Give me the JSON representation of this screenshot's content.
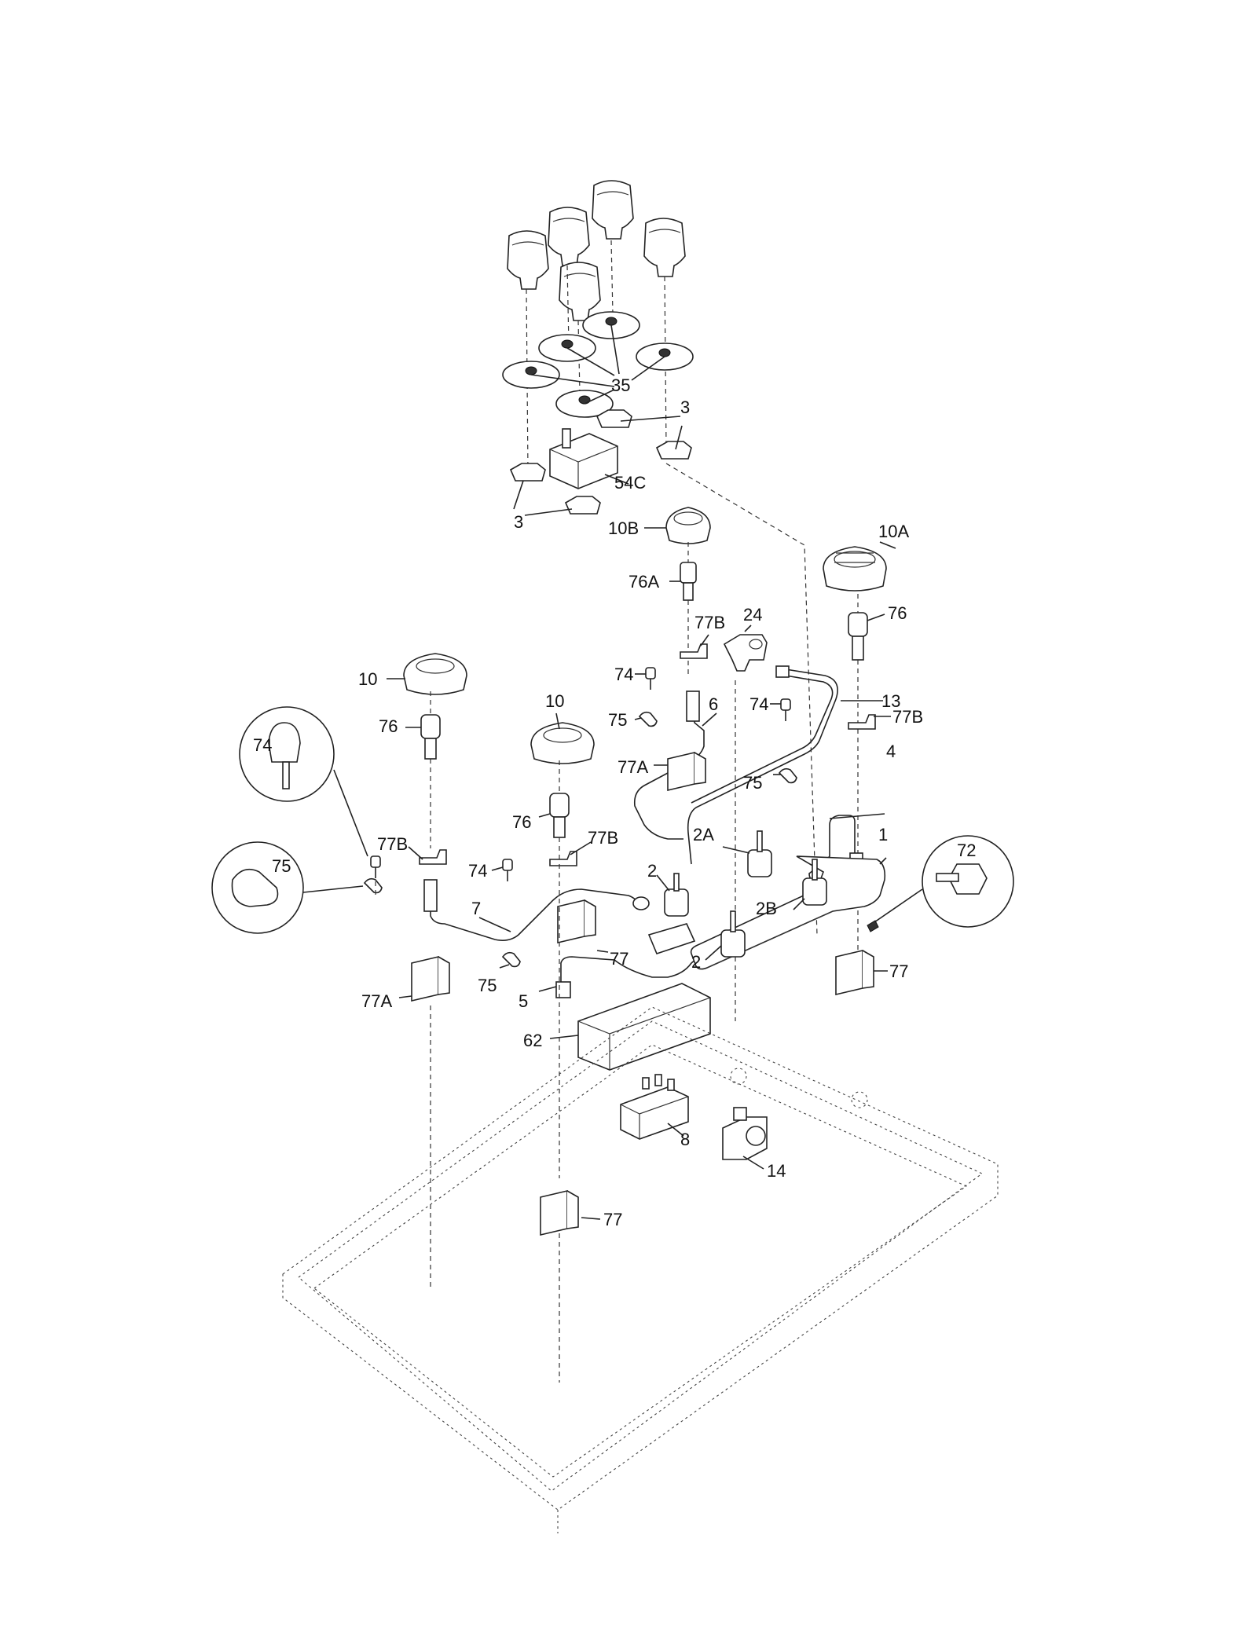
{
  "diagram": {
    "labels": {
      "l_35": "35",
      "l_3_top": "3",
      "l_54c": "54C",
      "l_3_bottom": "3",
      "l_10b": "10B",
      "l_10a": "10A",
      "l_76a": "76A",
      "l_24": "24",
      "l_76_right": "76",
      "l_77b_1": "77B",
      "l_10_left": "10",
      "l_74_1": "74",
      "l_6": "6",
      "l_74_2": "74",
      "l_13": "13",
      "l_76_left": "76",
      "l_10_mid": "10",
      "l_75_1": "75",
      "l_77b_2": "77B",
      "l_77a_1": "77A",
      "l_4": "4",
      "l_75_2": "75",
      "l_76_mid": "76",
      "l_77b_3": "77B",
      "l_77b_4": "77B",
      "l_2a": "2A",
      "l_1": "1",
      "l_74_3": "74",
      "l_2_1": "2",
      "l_2b": "2B",
      "l_7": "7",
      "l_77_1": "77",
      "l_2_2": "2",
      "l_75_3": "75",
      "l_5": "5",
      "l_77_2": "77",
      "l_77a_2": "77A",
      "l_62": "62",
      "l_8": "8",
      "l_14": "14",
      "l_77_3": "77",
      "l_72": "72"
    },
    "insets": {
      "inset_74": "74",
      "inset_75": "75",
      "inset_72": "72"
    }
  }
}
